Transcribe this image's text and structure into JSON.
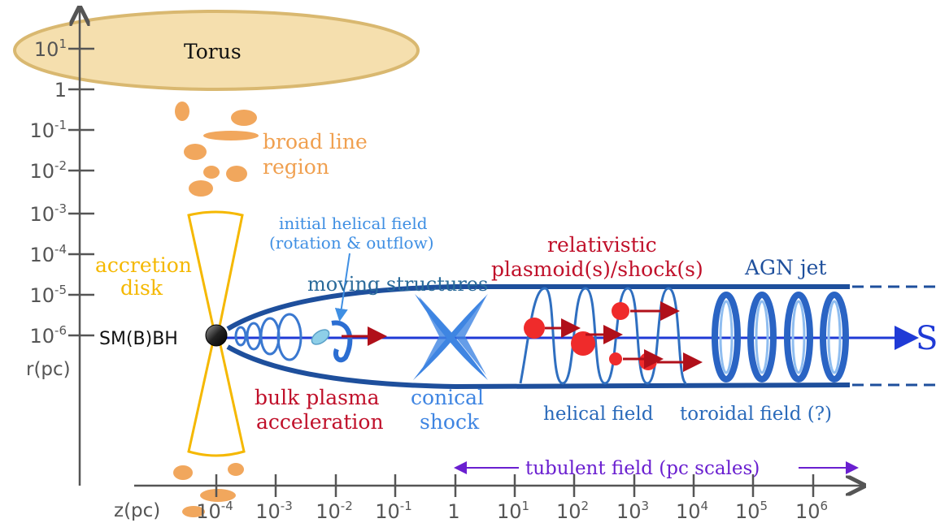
{
  "colors": {
    "axis": "#555555",
    "torus_fill": "#f5dfae",
    "torus_stroke": "#d9b870",
    "blr": "#f0a050",
    "disk": "#f5b800",
    "jet_dark": "#1e4f9c",
    "jet_light": "#4f8fe0",
    "jet_axis": "#1f3ad6",
    "red_label": "#c0102a",
    "blob": "#ef2b2b",
    "arrow_red": "#b0101a",
    "purple": "#6a1fd0",
    "teal": "#2a6a9a",
    "cyan_label": "#3f8fe3"
  },
  "r_axis": {
    "unit_label": "r(pc)",
    "ticks": [
      {
        "base": "10",
        "exp": "1"
      },
      {
        "base": "1",
        "exp": ""
      },
      {
        "base": "10",
        "exp": "-1"
      },
      {
        "base": "10",
        "exp": "-2"
      },
      {
        "base": "10",
        "exp": "-3"
      },
      {
        "base": "10",
        "exp": "-4"
      },
      {
        "base": "10",
        "exp": "-5"
      },
      {
        "base": "10",
        "exp": "-6"
      }
    ]
  },
  "z_axis": {
    "unit_label": "z(pc)",
    "ticks": [
      {
        "base": "10",
        "exp": "-4"
      },
      {
        "base": "10",
        "exp": "-3"
      },
      {
        "base": "10",
        "exp": "-2"
      },
      {
        "base": "10",
        "exp": "-1"
      },
      {
        "base": "1",
        "exp": ""
      },
      {
        "base": "10",
        "exp": "1"
      },
      {
        "base": "10",
        "exp": "2"
      },
      {
        "base": "10",
        "exp": "3"
      },
      {
        "base": "10",
        "exp": "4"
      },
      {
        "base": "10",
        "exp": "5"
      },
      {
        "base": "10",
        "exp": "6"
      }
    ]
  },
  "labels": {
    "torus": "Torus",
    "blr_line1": "broad line",
    "blr_line2": "region",
    "disk_line1": "accretion",
    "disk_line2": "disk",
    "bh": "SM(B)BH",
    "helical_init_line1": "initial helical field",
    "helical_init_line2": "(rotation & outflow)",
    "moving": "moving structures",
    "plasmoid_line1": "relativistic",
    "plasmoid_line2": "plasmoid(s)/shock(s)",
    "agn_jet": "AGN jet",
    "bulk_line1": "bulk plasma",
    "bulk_line2": "acceleration",
    "conical_line1": "conical",
    "conical_line2": "shock",
    "helical_field": "helical field",
    "toroidal_field": "toroidal field (?)",
    "turbulent": "tubulent field (pc scales)",
    "jet_end": "S"
  }
}
